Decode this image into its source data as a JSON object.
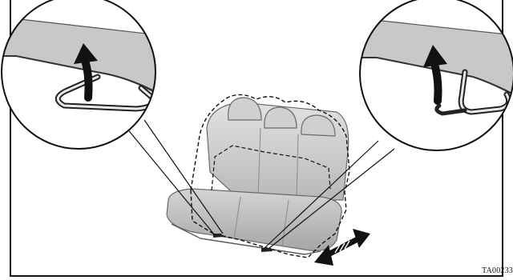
{
  "figure": {
    "code": "TA00233",
    "icons": [
      "lever-pull-up-arrow",
      "seat-slide-double-arrow"
    ]
  }
}
